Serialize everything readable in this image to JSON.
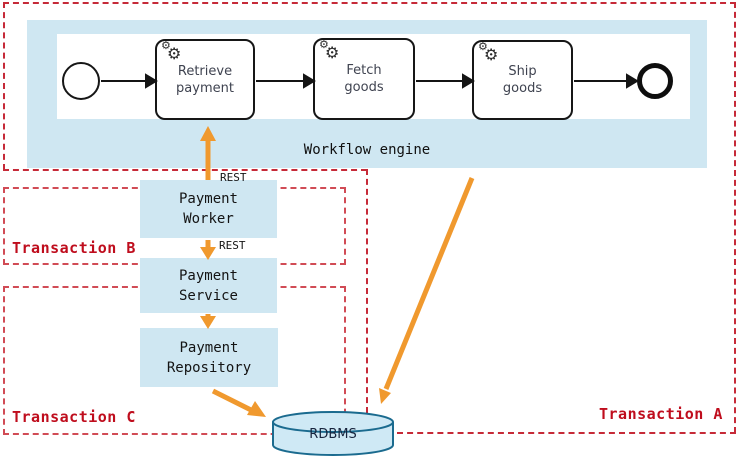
{
  "diagram": {
    "workflow_engine": {
      "label": "Workflow engine",
      "tasks": [
        {
          "label": "Retrieve payment"
        },
        {
          "label": "Fetch goods"
        },
        {
          "label": "Ship goods"
        }
      ]
    },
    "services": [
      {
        "lines": [
          "Payment",
          "Worker"
        ]
      },
      {
        "lines": [
          "Payment",
          "Service"
        ]
      },
      {
        "lines": [
          "Payment",
          "Repository"
        ]
      }
    ],
    "database": {
      "label": "RDBMS"
    },
    "transactions": {
      "a": {
        "label": "Transaction A"
      },
      "b": {
        "label": "Transaction B"
      },
      "c": {
        "label": "Transaction C"
      }
    },
    "connector_labels": {
      "rest_top": "REST",
      "rest_bottom": "REST"
    },
    "colors": {
      "panel_blue": "#cfe7f2",
      "boundary_red": "#c62a38",
      "label_red": "#bf0d1d",
      "arrow_orange": "#f0992e",
      "db_stroke_blue": "#1b6b8f"
    }
  }
}
